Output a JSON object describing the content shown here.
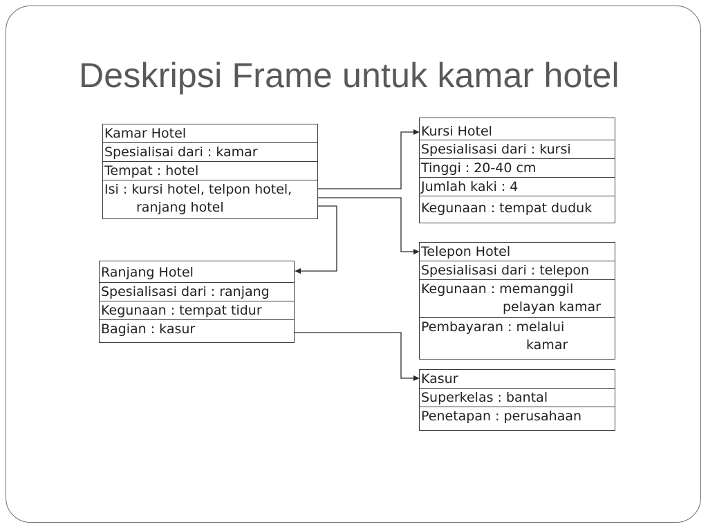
{
  "slide": {
    "title": "Deskripsi Frame untuk kamar hotel"
  },
  "frames": {
    "kamar_hotel": {
      "name": "Kamar Hotel",
      "rows": [
        "Spesialisai dari : kamar",
        "Tempat : hotel"
      ],
      "isi_line1": "Isi : kursi hotel, telpon hotel,",
      "isi_line2": "ranjang hotel"
    },
    "kursi_hotel": {
      "name": "Kursi Hotel",
      "rows": [
        "Spesialisasi dari : kursi",
        "Tinggi : 20-40 cm",
        "Jumlah kaki : 4",
        "Kegunaan : tempat duduk"
      ]
    },
    "telepon_hotel": {
      "name": "Telepon Hotel",
      "spesialisasi": "Spesialisasi dari : telepon",
      "kegunaan_line1": "Kegunaan : memanggil",
      "kegunaan_line2": "pelayan kamar",
      "pembayaran_line1": "Pembayaran : melalui",
      "pembayaran_line2": "kamar"
    },
    "ranjang_hotel": {
      "name": "Ranjang Hotel",
      "rows": [
        "Spesialisasi dari : ranjang",
        "Kegunaan : tempat tidur",
        "Bagian : kasur"
      ]
    },
    "kasur": {
      "name": "Kasur",
      "rows": [
        "Superkelas : bantal",
        "Penetapan : perusahaan"
      ]
    }
  },
  "colors": {
    "title": "#595959",
    "border": "#3a3a3a",
    "text": "#222222"
  }
}
